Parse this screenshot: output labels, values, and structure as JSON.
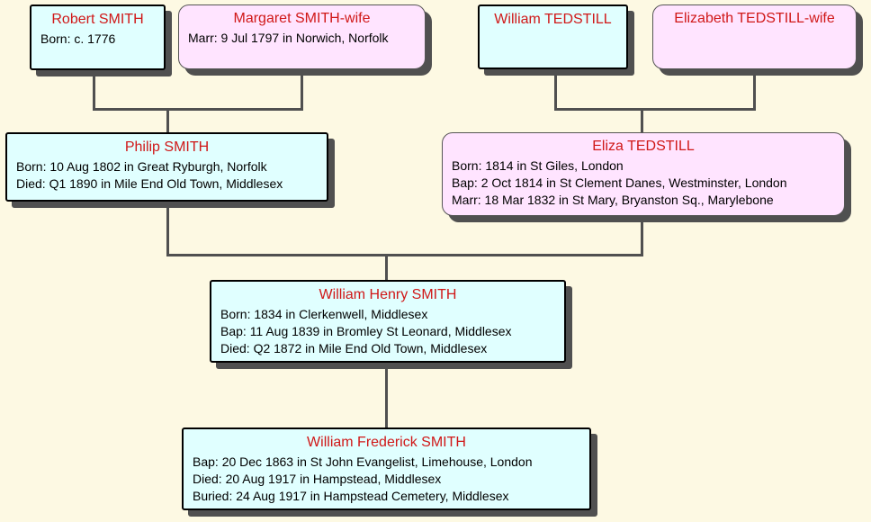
{
  "people": {
    "robert": {
      "name": "Robert SMITH",
      "details": [
        "Born: c. 1776"
      ]
    },
    "margaret": {
      "name": "Margaret SMITH-wife",
      "details": [
        "Marr: 9 Jul 1797 in Norwich, Norfolk"
      ]
    },
    "william_t": {
      "name": "William TEDSTILL",
      "details": []
    },
    "elizabeth": {
      "name": "Elizabeth TEDSTILL-wife",
      "details": []
    },
    "philip": {
      "name": "Philip SMITH",
      "details": [
        "Born: 10 Aug 1802 in Great Ryburgh, Norfolk",
        "Died: Q1 1890 in Mile End Old Town, Middlesex"
      ]
    },
    "eliza": {
      "name": "Eliza TEDSTILL",
      "details": [
        "Born: 1814 in St Giles, London",
        "Bap: 2 Oct 1814 in St Clement Danes, Westminster, London",
        "Marr: 18 Mar 1832 in St Mary, Bryanston Sq., Marylebone"
      ]
    },
    "william_henry": {
      "name": "William Henry SMITH",
      "details": [
        "Born: 1834 in Clerkenwell, Middlesex",
        "Bap: 11 Aug 1839 in Bromley St Leonard, Middlesex",
        "Died: Q2 1872 in Mile End Old Town, Middlesex"
      ]
    },
    "william_frederick": {
      "name": "William Frederick SMITH",
      "details": [
        "Bap: 20 Dec 1863 in St John Evangelist, Limehouse, London",
        "Died: 20 Aug 1917 in Hampstead, Middlesex",
        "Buried: 24 Aug 1917 in Hampstead Cemetery, Middlesex"
      ]
    }
  },
  "colors": {
    "male_fill": "#e0ffff",
    "female_fill": "#ffe4ff",
    "name_text": "#d01818",
    "background": "#fdf9e3",
    "connector": "#505050"
  }
}
